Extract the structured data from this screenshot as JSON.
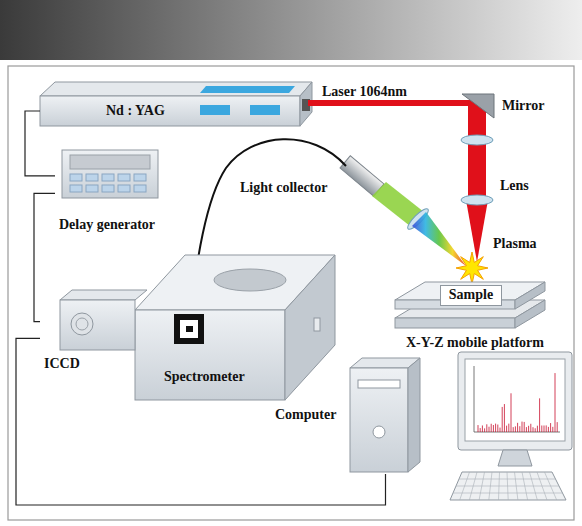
{
  "diagram": {
    "nodes": [
      {
        "text": [
          "Nd : YAG"
        ]
      },
      {
        "text": [
          "Delay generator"
        ]
      },
      {
        "text": [
          "ICCD"
        ]
      },
      {
        "text": [
          "Spectrometer"
        ]
      },
      {
        "text": [
          "Sample"
        ]
      },
      {
        "text": [
          "X-Y-Z mobile platform"
        ]
      },
      {
        "text": [
          "Computer"
        ]
      }
    ],
    "edges": [
      {
        "from": 0,
        "to": 1,
        "arrow": "none"
      },
      {
        "from": 1,
        "to": 2,
        "arrow": "none"
      },
      {
        "from": 2,
        "to": 6,
        "arrow": "none"
      }
    ],
    "labels": [
      "Laser 1064nm",
      "Mirror",
      "Light collector",
      "Lens",
      "Plasma"
    ]
  }
}
